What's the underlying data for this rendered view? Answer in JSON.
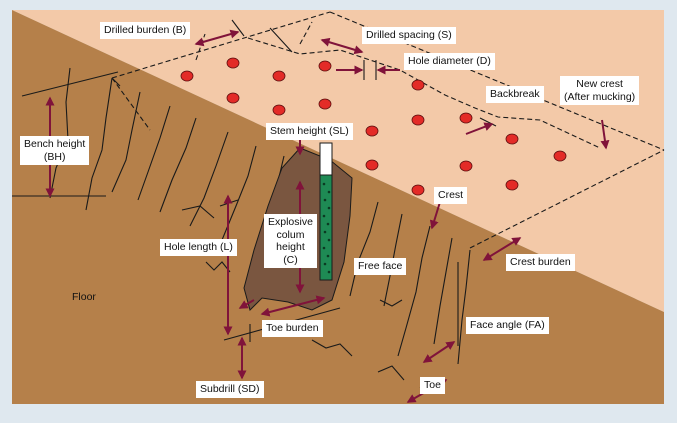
{
  "colors": {
    "frame": "#dfe8ef",
    "upper_surface": "#f3c9a8",
    "bench_rock": "#b5804a",
    "muck_pile": "#7a5640",
    "hole_fill": "#1e8a54",
    "drill_dot": "#e32b27",
    "arrow": "#80133a",
    "line": "#1a1a1a"
  },
  "labels": {
    "drilled_burden": "Drilled burden (B)",
    "drilled_spacing": "Drilled spacing (S)",
    "hole_diameter": "Hole diameter (D)",
    "backbreak": "Backbreak",
    "new_crest": [
      "New crest",
      "(After mucking)"
    ],
    "bench_height": [
      "Bench height",
      "(BH)"
    ],
    "stem_height": "Stem height (SL)",
    "explosive_column": [
      "Explosive",
      "colum",
      "height",
      "(C)"
    ],
    "crest": "Crest",
    "hole_length": "Hole length (L)",
    "free_face": "Free face",
    "crest_burden": "Crest burden",
    "floor": "Floor",
    "toe_burden": "Toe burden",
    "face_angle": "Face angle (FA)",
    "subdrill": "Subdrill (SD)",
    "toe": "Toe"
  }
}
